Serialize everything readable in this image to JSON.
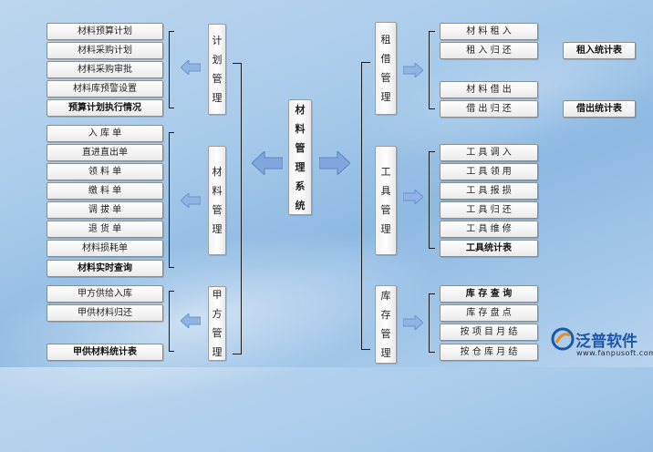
{
  "center": {
    "label": "材料管理系统",
    "chars": [
      "材",
      "料",
      "管",
      "理",
      "系",
      "统"
    ]
  },
  "left": {
    "groups": [
      {
        "name": "计划管理",
        "chars": [
          "计",
          "划",
          "管",
          "理"
        ],
        "items": [
          "材料预算计划",
          "材料采购计划",
          "材料采购审批",
          "材料库预警设置",
          "预算计划执行情况"
        ]
      },
      {
        "name": "材料管理",
        "chars": [
          "材",
          "料",
          "管",
          "理"
        ],
        "items": [
          "入 库 单",
          "直进直出单",
          "领 料 单",
          "缴 料 单",
          "调 拔 单",
          "退 货 单",
          "材料损耗单",
          "材料实时查询"
        ]
      },
      {
        "name": "甲方管理",
        "chars": [
          "甲",
          "方",
          "管",
          "理"
        ],
        "items": [
          "甲方供给入库",
          "甲供材料归还",
          "甲供材料统计表"
        ]
      }
    ]
  },
  "right": {
    "groups": [
      {
        "name": "租借管理",
        "chars": [
          "租",
          "借",
          "管",
          "理"
        ],
        "items": [
          "材 料 租 入",
          "租 入 归 还",
          "材 料 借 出",
          "借 出 归 还"
        ],
        "reports": [
          "租入统计表",
          "借出统计表"
        ]
      },
      {
        "name": "工具管理",
        "chars": [
          "工",
          "具",
          "管",
          "理"
        ],
        "items": [
          "工 具 调 入",
          "工 具 领 用",
          "工 具 报 损",
          "工 具 归 还",
          "工 具 维 修",
          "工具统计表"
        ]
      },
      {
        "name": "库存管理",
        "chars": [
          "库",
          "存",
          "管",
          "理"
        ],
        "items": [
          "库 存 查 询",
          "库 存 盘 点",
          "按 项 目 月 结",
          "按 仓 库 月 结"
        ]
      }
    ]
  },
  "logo": {
    "name": "泛普软件",
    "url": "www.fanpusoft.com"
  },
  "colors": {
    "arrow": "#7fa7dd",
    "line": "#1b1b1b"
  }
}
